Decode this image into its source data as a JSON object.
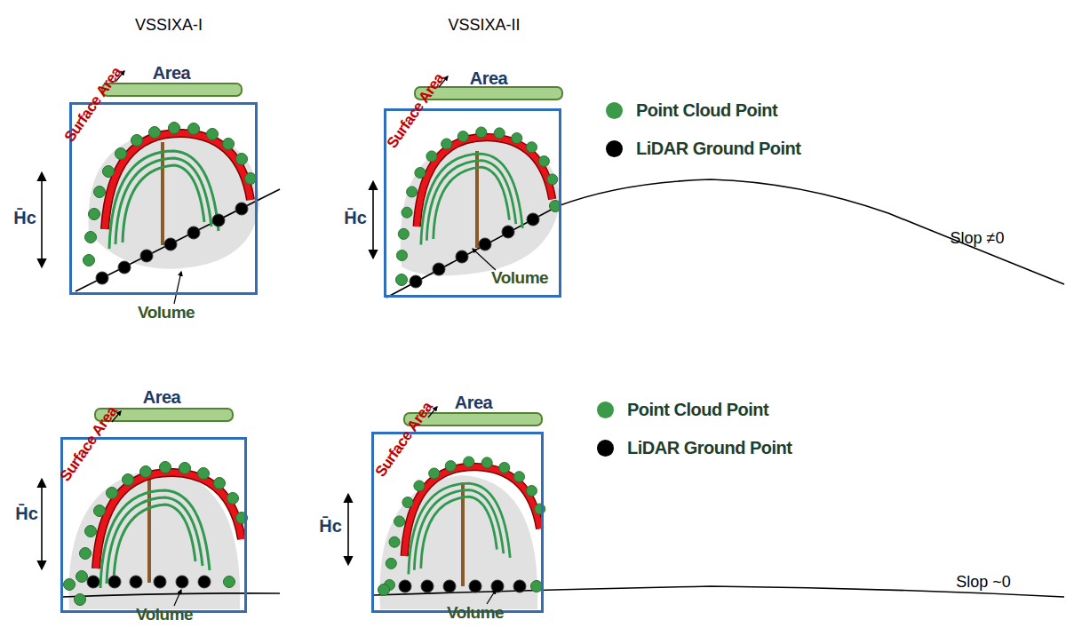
{
  "diagram": {
    "nodes": [
      {
        "text": [
          "Area",
          "Surface Area",
          "Volume"
        ]
      },
      {
        "text": [
          "Area",
          "Surface Area",
          "Volume"
        ]
      },
      {
        "text": [
          "Area",
          "Surface Area",
          "Volume"
        ]
      },
      {
        "text": [
          "Area",
          "Surface Area",
          "Volume"
        ]
      }
    ],
    "labels": [
      "VSSIXA-I",
      "VSSIXA-II",
      "H̄c",
      "H̄c",
      "Slop ≠0",
      "H̄c",
      "H̄c",
      "Slop ~0"
    ],
    "legend": [
      {
        "text": "Point Cloud Point",
        "color": "#3a9a48"
      },
      {
        "text": "LiDAR Ground Point",
        "color": "#000000"
      },
      {
        "text": "Point Cloud Point",
        "color": "#3a9a48"
      },
      {
        "text": "LiDAR Ground Point",
        "color": "#000000"
      }
    ]
  }
}
